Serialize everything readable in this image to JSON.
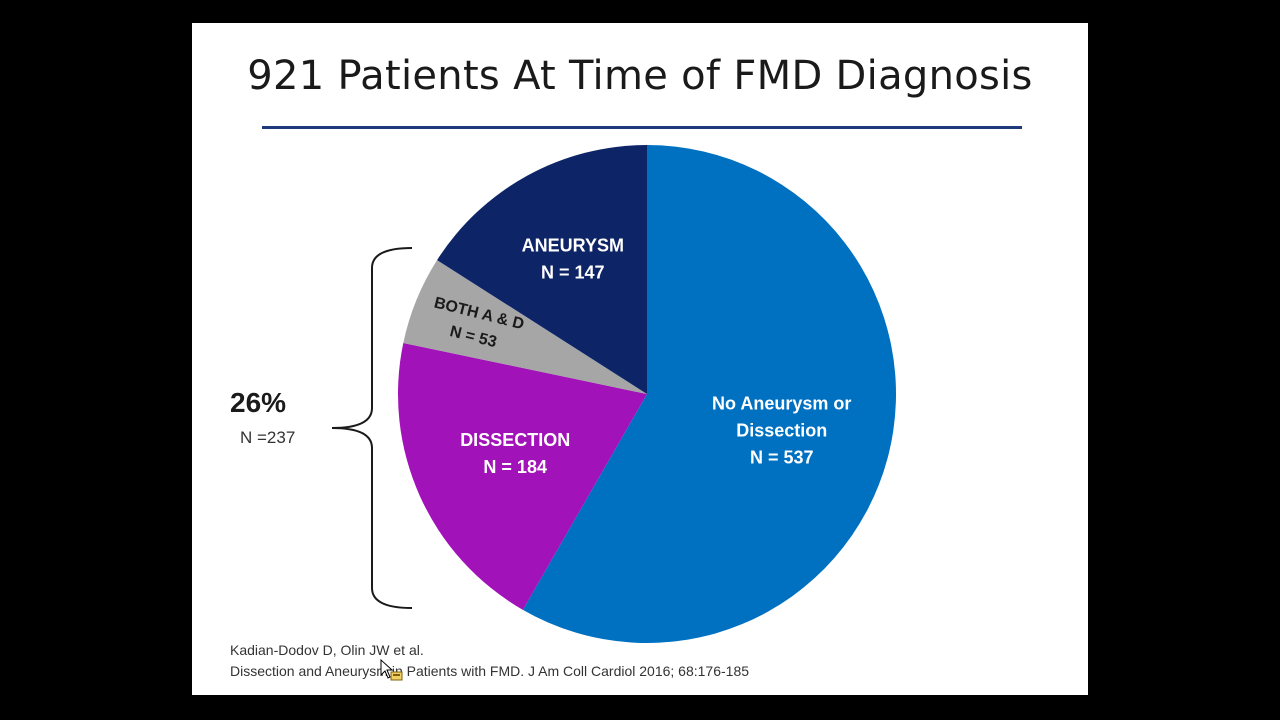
{
  "slide": {
    "title": "921 Patients At Time of FMD Diagnosis"
  },
  "chart_data": {
    "type": "pie",
    "title": "921 Patients At Time of FMD Diagnosis",
    "slices": [
      {
        "label": "No Aneurysm or Dissection",
        "label_lines": [
          "No Aneurysm or",
          "Dissection",
          "N = 537"
        ],
        "value": 537,
        "color": "#0070c0"
      },
      {
        "label": "DISSECTION",
        "label_lines": [
          "DISSECTION",
          "N = 184"
        ],
        "value": 184,
        "color": "#a112b8"
      },
      {
        "label": "BOTH A & D",
        "label_lines": [
          "BOTH A & D",
          "N = 53"
        ],
        "value": 53,
        "color": "#a6a6a6"
      },
      {
        "label": "ANEURYSM",
        "label_lines": [
          "ANEURYSM",
          "N = 147"
        ],
        "value": 147,
        "color": "#0d2466"
      }
    ],
    "bracket_annotation": {
      "percent": "26%",
      "count": "N =237"
    }
  },
  "citation": {
    "line1": "Kadian-Dodov D, Olin JW et al.",
    "line2": "Dissection and Aneurysm in Patients with FMD. J Am Coll Cardiol 2016; 68:176-185"
  },
  "colors": {
    "title_rule": "#1f3a7a",
    "background": "#000000",
    "slide": "#ffffff"
  }
}
